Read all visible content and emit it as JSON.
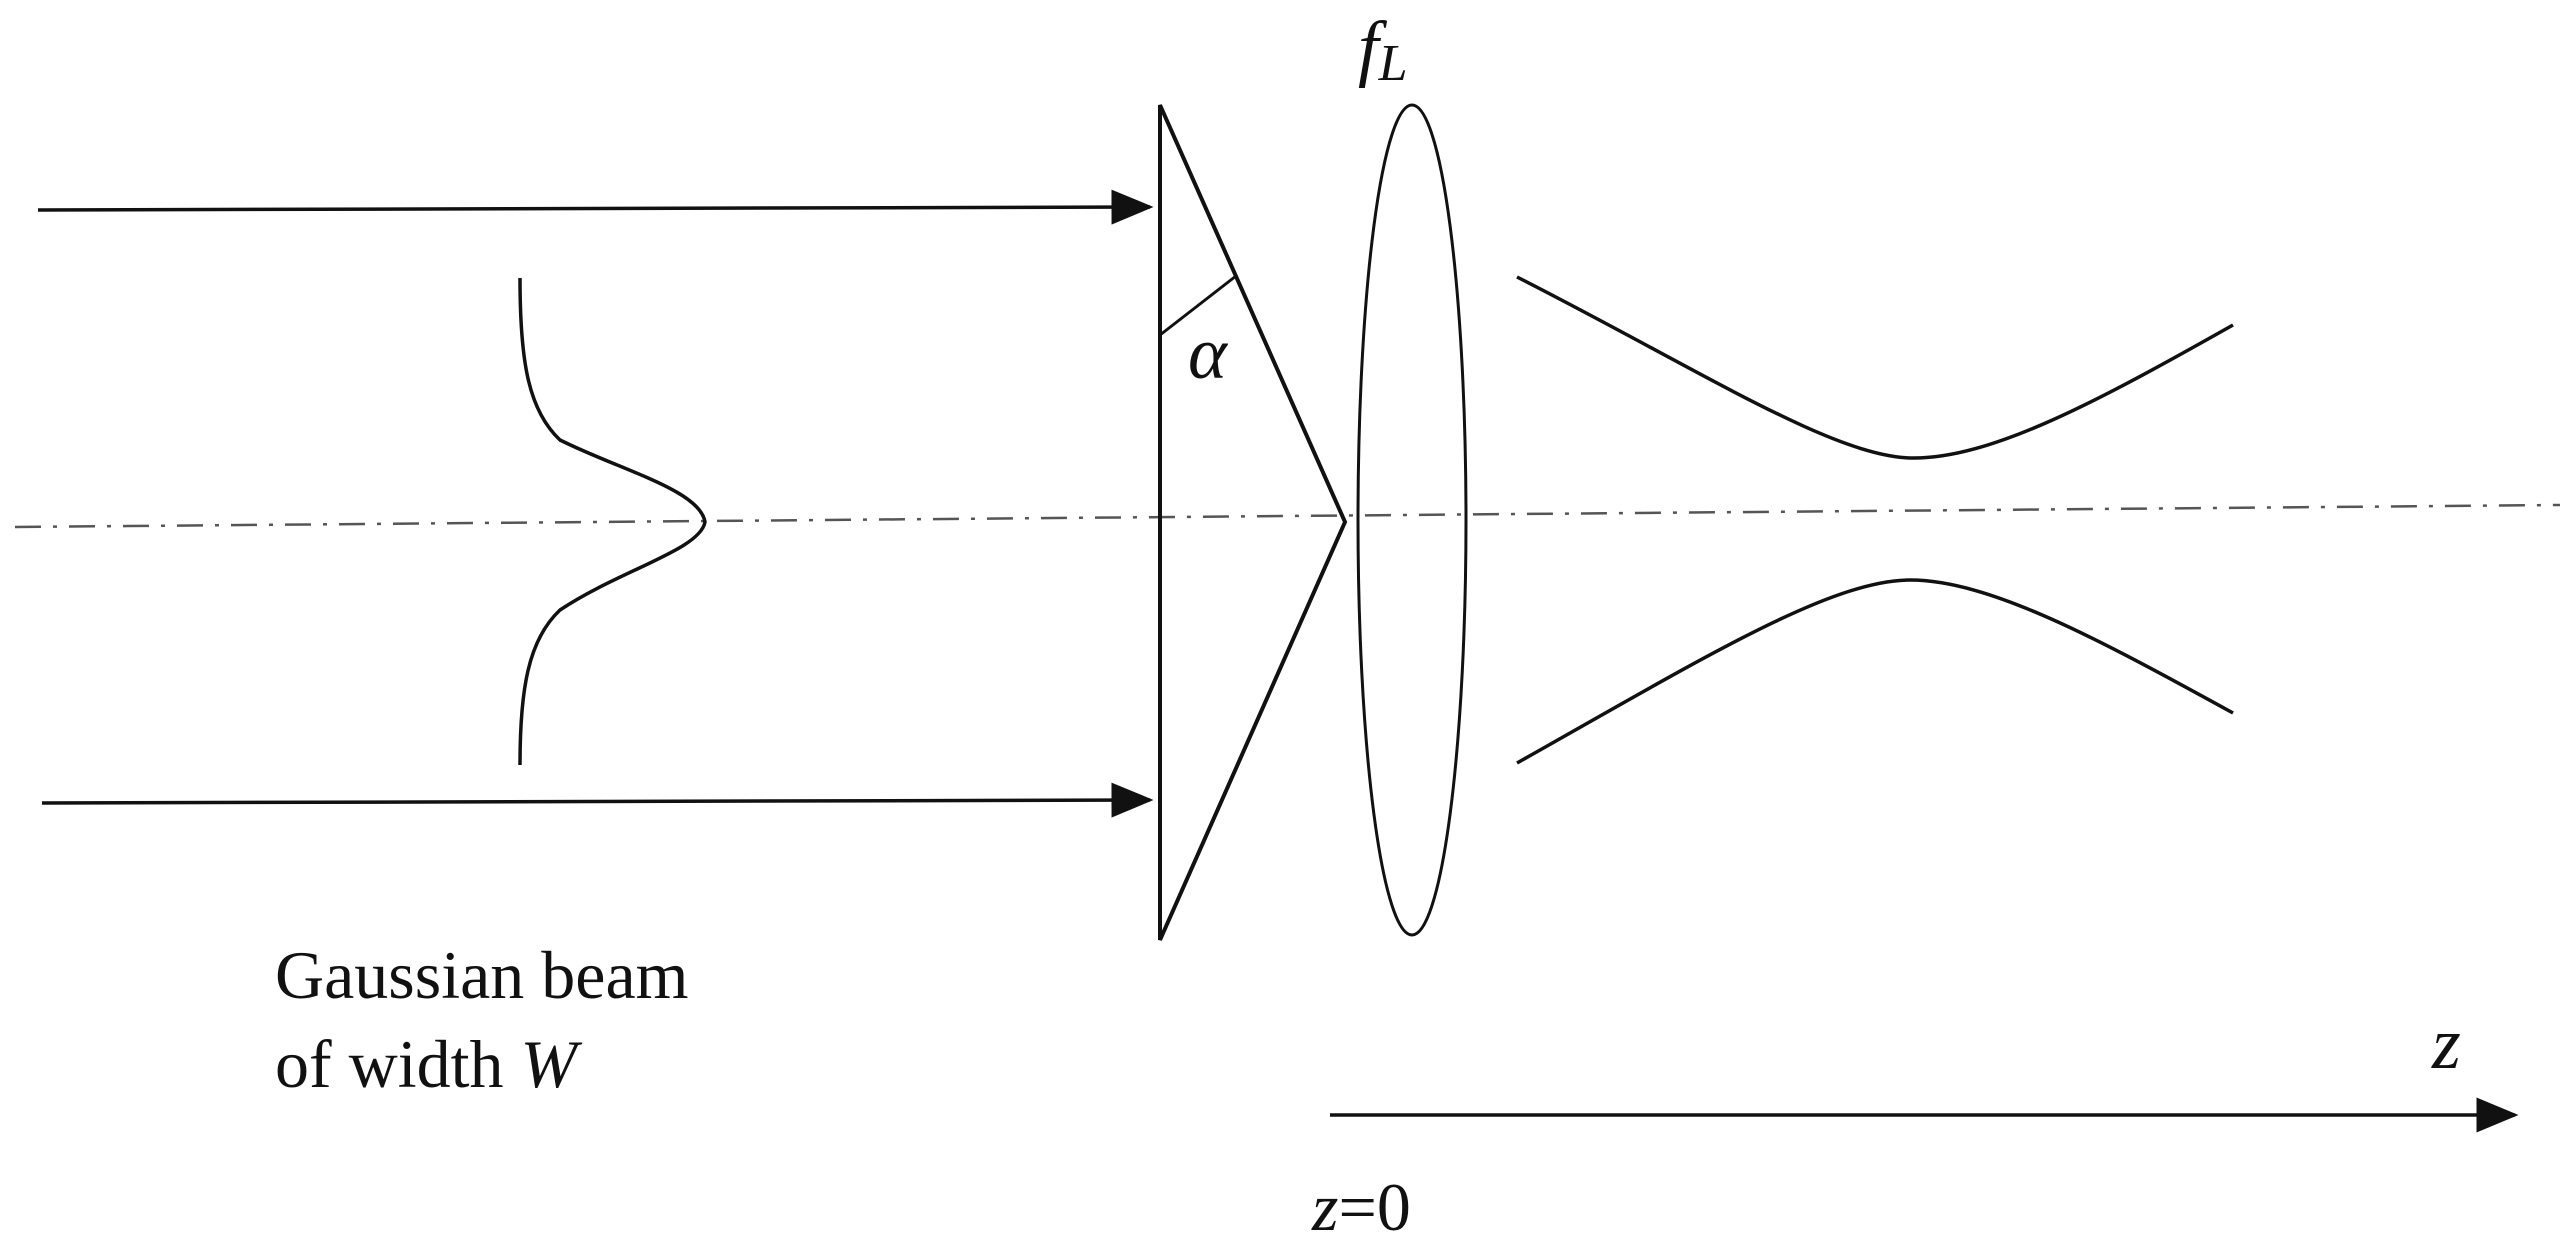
{
  "diagram": {
    "labels": {
      "focal_symbol": "f",
      "focal_subscript": "L",
      "angle": "α",
      "beam_line1": "Gaussian beam",
      "beam_line2_prefix": "of width ",
      "beam_line2_symbol": "W",
      "axis_name": "z",
      "origin_symbol": "z",
      "origin_value": "=0"
    },
    "colors": {
      "stroke": "#111111",
      "axis": "#555555",
      "background": "#ffffff"
    }
  }
}
